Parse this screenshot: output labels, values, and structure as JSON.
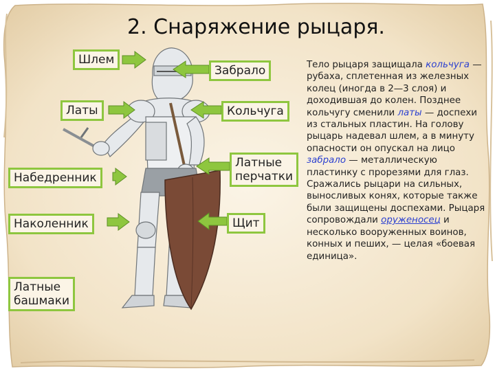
{
  "slide": {
    "title": "2. Снаряжение рыцаря.",
    "labels": {
      "helmet": "Шлем",
      "plate": "Латы",
      "cuisse": "Набедренник",
      "knee": "Наколенник",
      "boots_1": "Латные",
      "boots_2": "башмаки",
      "visor": "Забрало",
      "mail": "Кольчуга",
      "gauntlets_1": "Латные",
      "gauntlets_2": "перчатки",
      "shield": "Щит"
    },
    "text": {
      "p1": "Тело рыцаря защищала ",
      "t1": "кольчуга",
      "p2": " — рубаха, сплетенная из железных колец (иногда в 2—3 слоя) и доходившая до колен. Позднее кольчугу сменили ",
      "t2": "латы",
      "p3": " — доспехи из стальных пластин. На голову рыцарь надевал шлем, а в минуту опасности он опускал на лицо ",
      "t3": "забрало",
      "p4": " — металлическую пластинку с прорезями для глаз. Сражались рыцари на сильных, выносливых конях, которые также были защищены доспехами. Рыцаря сопровождали ",
      "t4": "оруженосец",
      "p5": " и несколько вооруженных воинов, конных и пеших, — целая «боевая единица»."
    }
  },
  "colors": {
    "label_border": "#8ec63f",
    "arrow": "#8ec63f",
    "term_link": "#2a3fd0",
    "parchment": "#f3e6cc",
    "shield": "#7a4a36"
  }
}
